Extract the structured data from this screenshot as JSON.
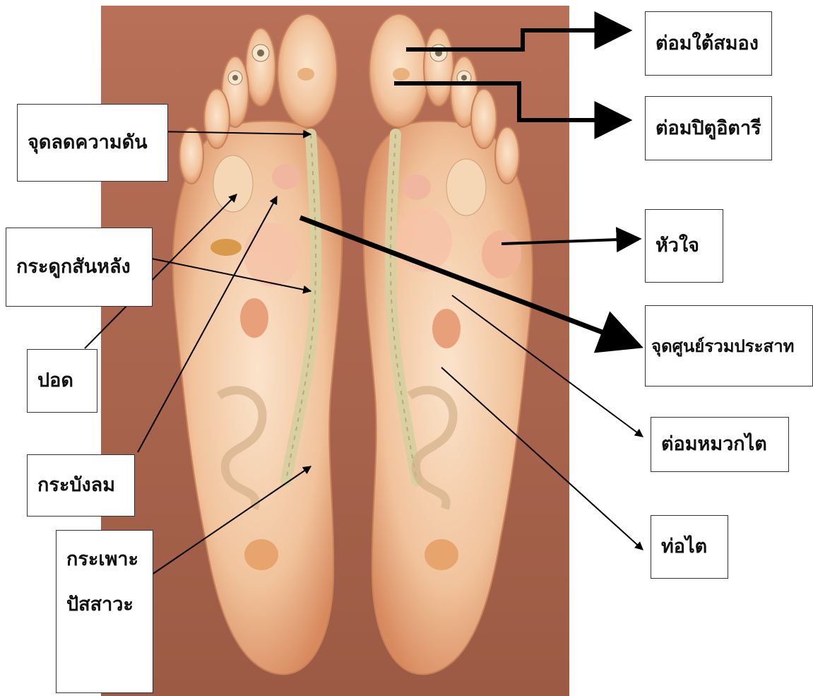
{
  "labels": {
    "pituitary": "ต่อมใต้สมอง",
    "pineal": "ต่อมปิตูอิตารี",
    "blood_pressure_point": "จุดลดความดัน",
    "spine": "กระดูกสันหลัง",
    "heart": "หัวใจ",
    "nerve_center": "จุดศูนย์รวมประสาท",
    "lung": "ปอด",
    "adrenal": "ต่อมหมวกไต",
    "diaphragm": "กระบังลม",
    "ureter": "ท่อไต",
    "bladder_line1": "กระเพาะ",
    "bladder_line2": "ปัสสาวะ"
  },
  "colors": {
    "background_panel": "#a8644c",
    "foot_skin": "#f3c9a4",
    "arrow": "#000000"
  }
}
